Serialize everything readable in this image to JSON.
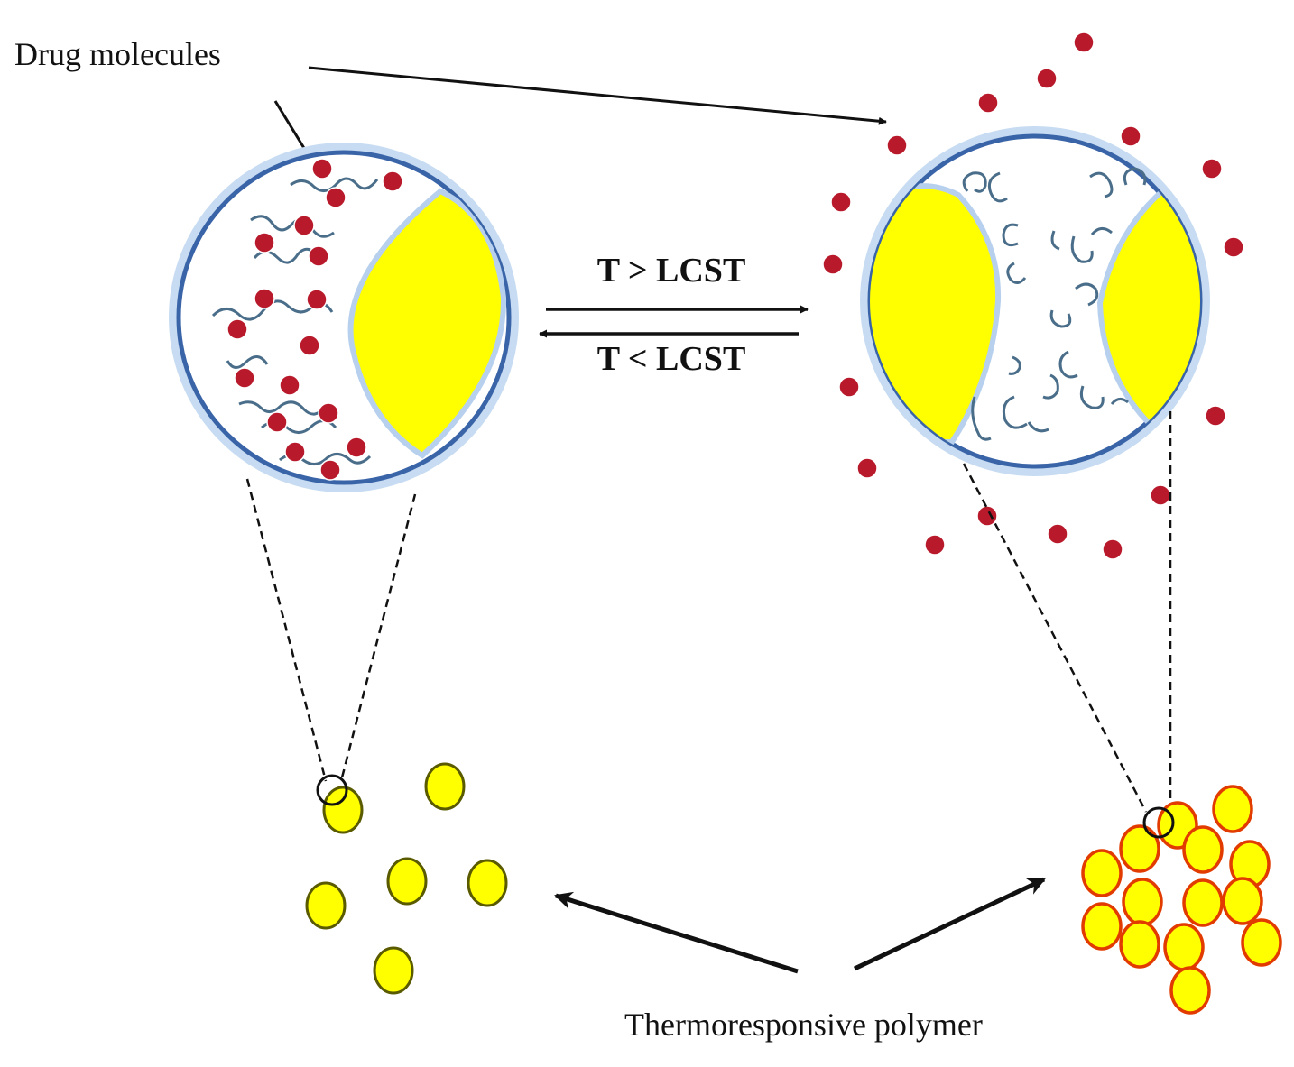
{
  "labels": {
    "drug_molecules": "Drug molecules",
    "thermoresponsive_polymer": "Thermoresponsive polymer",
    "forward_condition": "T > LCST",
    "reverse_condition": "T < LCST"
  },
  "colors": {
    "capsule_border": "#3a64a8",
    "capsule_glow": "#b9d3ef",
    "core_yellow": "#ffff00",
    "drug_dot": "#b8192b",
    "polymer_chain": "#4a6e8a",
    "bead_fill": "#ffff00",
    "bead_border_dispersed": "#5a5a00",
    "bead_border_collapsed": "#e23b00",
    "arrow": "#111111"
  }
}
